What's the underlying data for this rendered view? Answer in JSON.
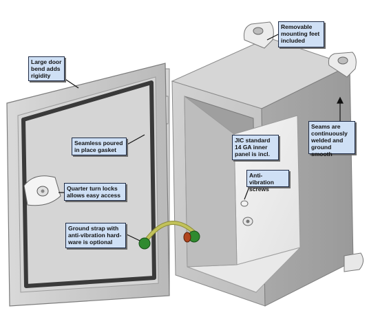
{
  "colors": {
    "callout_fill": "#cfe0f5",
    "callout_border": "#1e2a44",
    "enclosure_body": "#c9c9c9",
    "gasket": "#3a3a3a",
    "ground_wire": "#c2c25a",
    "ground_lug": "#2f8a2f",
    "ground_nut": "#b0451e"
  },
  "callouts": {
    "removable_feet": "Removable\nmounting feet\nincluded",
    "door_bend": "Large door\nbend adds\nrigidity",
    "seams": "Seams are\ncontinuously\nwelded and\nground smooth",
    "gasket": "Seamless poured\nin place gasket",
    "inner_panel": "JIC standard\n14 GA inner\npanel is incl.",
    "anti_vibration": "Anti-vibration\nscrews",
    "quarter_turn": "Quarter turn locks\nallows easy access",
    "ground_strap": "Ground strap with\nanti-vibration hard-\nware is optional"
  }
}
